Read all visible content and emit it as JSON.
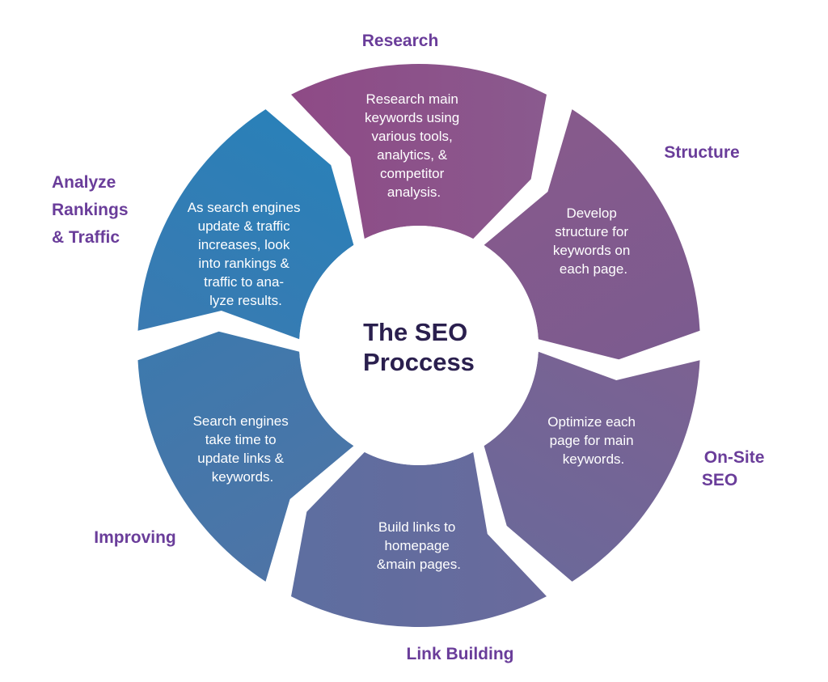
{
  "title": [
    "The SEO",
    "Proccess"
  ],
  "colors": {
    "label": "#6a3d9a",
    "center_title": "#2a1f4e",
    "gap": "#ffffff"
  },
  "stages": [
    {
      "label": [
        "Research"
      ],
      "body": [
        "Research main",
        "keywords using",
        "various tools,",
        "analytics, &",
        "competitor",
        "analysis."
      ],
      "color_from": "#8e4a86",
      "color_to": "#8a5a8e"
    },
    {
      "label": [
        "Structure"
      ],
      "body": [
        "Develop",
        "structure for",
        "keywords on",
        "each page."
      ],
      "color_from": "#875a8c",
      "color_to": "#7c5b8f"
    },
    {
      "label": [
        "On-Site",
        "SEO"
      ],
      "body": [
        "Optimize each",
        "page for main",
        "keywords."
      ],
      "color_from": "#7c6192",
      "color_to": "#6c6899"
    },
    {
      "label": [
        "Link Building"
      ],
      "body": [
        "Build links to",
        "homepage",
        "&main pages."
      ],
      "color_from": "#6a6a9c",
      "color_to": "#5d6ea0"
    },
    {
      "label": [
        "Improving"
      ],
      "body": [
        "Search engines",
        "take time to",
        "update links &",
        "keywords."
      ],
      "color_from": "#4e74a6",
      "color_to": "#3d79ad"
    },
    {
      "label": [
        "Analyze",
        "Rankings",
        "& Traffic"
      ],
      "body": [
        "As search engines",
        "update & traffic",
        "increases, look",
        "into rankings &",
        "traffic to ana-",
        "lyze results."
      ],
      "color_from": "#3a7ab1",
      "color_to": "#2a80b8"
    }
  ]
}
